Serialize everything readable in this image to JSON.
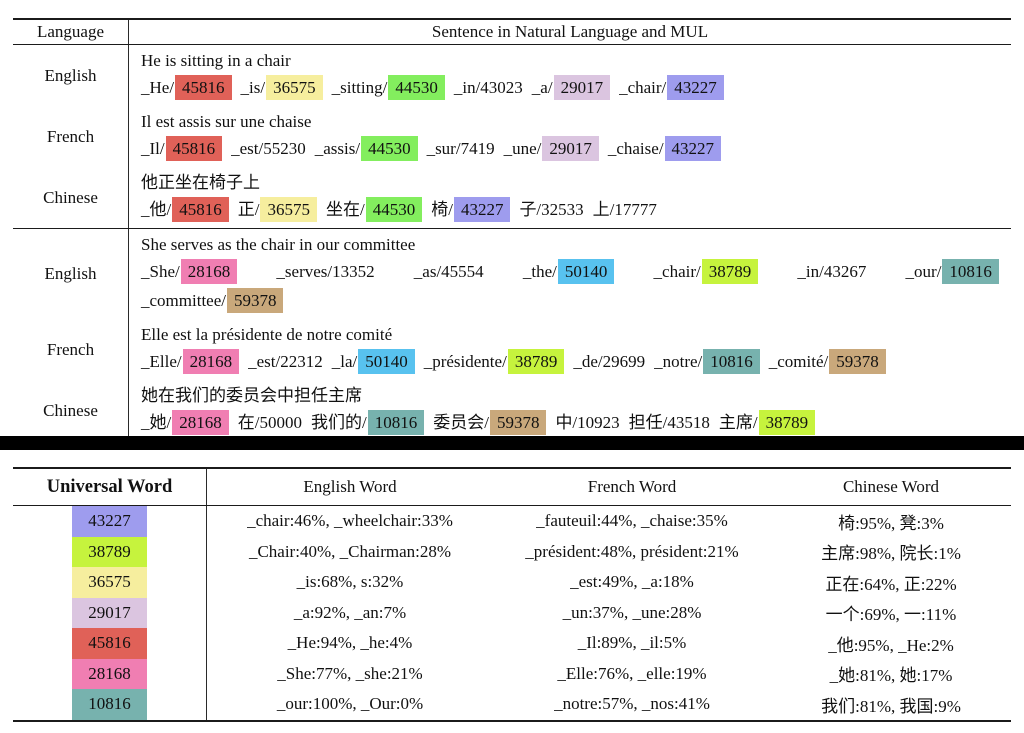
{
  "colors": {
    "45816": "#e06158",
    "36575": "#f6ee9e",
    "44530": "#83ee5e",
    "29017": "#dbc5e0",
    "43227": "#9e9cee",
    "28168": "#f07eb2",
    "50140": "#58c2ef",
    "38789": "#c6f33d",
    "10816": "#77b2ae",
    "59378": "#c9a87b"
  },
  "sentence_table": {
    "headers": {
      "language": "Language",
      "sentence": "Sentence in Natural Language and MUL"
    },
    "groups": [
      {
        "rows": [
          {
            "language": "English",
            "sentence": "He is sitting in a chair",
            "wide": false,
            "token_lines": [
              [
                {
                  "t": "_He/",
                  "id": "45816"
                },
                {
                  "t": "_is/",
                  "id": "36575"
                },
                {
                  "t": "_sitting/",
                  "id": "44530"
                },
                {
                  "t": "_in/43023"
                },
                {
                  "t": "_a/",
                  "id": "29017"
                },
                {
                  "t": "_chair/",
                  "id": "43227"
                }
              ]
            ]
          },
          {
            "language": "French",
            "sentence": "Il est assis sur une chaise",
            "wide": false,
            "token_lines": [
              [
                {
                  "t": "_Il/",
                  "id": "45816"
                },
                {
                  "t": "_est/55230"
                },
                {
                  "t": "_assis/",
                  "id": "44530"
                },
                {
                  "t": "_sur/7419"
                },
                {
                  "t": "_une/",
                  "id": "29017"
                },
                {
                  "t": "_chaise/",
                  "id": "43227"
                }
              ]
            ]
          },
          {
            "language": "Chinese",
            "sentence": "他正坐在椅子上",
            "wide": false,
            "token_lines": [
              [
                {
                  "t": "_他/",
                  "id": "45816"
                },
                {
                  "t": "正/",
                  "id": "36575"
                },
                {
                  "t": "坐在/",
                  "id": "44530"
                },
                {
                  "t": "椅/",
                  "id": "43227"
                },
                {
                  "t": "子/32533"
                },
                {
                  "t": "上/17777"
                }
              ]
            ]
          }
        ]
      },
      {
        "rows": [
          {
            "language": "English",
            "sentence": "She serves as the chair in our committee",
            "wide": true,
            "token_lines": [
              [
                {
                  "t": "_She/",
                  "id": "28168"
                },
                {
                  "t": "_serves/13352"
                },
                {
                  "t": "_as/45554"
                },
                {
                  "t": "_the/",
                  "id": "50140"
                },
                {
                  "t": "_chair/",
                  "id": "38789"
                },
                {
                  "t": "_in/43267"
                },
                {
                  "t": "_our/",
                  "id": "10816"
                }
              ],
              [
                {
                  "t": "_committee/",
                  "id": "59378"
                }
              ]
            ]
          },
          {
            "language": "French",
            "sentence": "Elle est la présidente de notre comité",
            "wide": false,
            "token_lines": [
              [
                {
                  "t": "_Elle/",
                  "id": "28168"
                },
                {
                  "t": "_est/22312"
                },
                {
                  "t": "_la/",
                  "id": "50140"
                },
                {
                  "t": "_présidente/",
                  "id": "38789"
                },
                {
                  "t": "_de/29699"
                },
                {
                  "t": "_notre/",
                  "id": "10816"
                },
                {
                  "t": "_comité/",
                  "id": "59378"
                }
              ]
            ]
          },
          {
            "language": "Chinese",
            "sentence": "她在我们的委员会中担任主席",
            "wide": false,
            "token_lines": [
              [
                {
                  "t": "_她/",
                  "id": "28168"
                },
                {
                  "t": "在/50000"
                },
                {
                  "t": "我们的/",
                  "id": "10816"
                },
                {
                  "t": "委员会/",
                  "id": "59378"
                },
                {
                  "t": "中/10923"
                },
                {
                  "t": "担任/43518"
                },
                {
                  "t": "主席/",
                  "id": "38789"
                }
              ]
            ]
          }
        ]
      }
    ]
  },
  "word_table": {
    "headers": {
      "universal": "Universal Word",
      "english": "English Word",
      "french": "French Word",
      "chinese": "Chinese Word"
    },
    "rows": [
      {
        "id": "43227",
        "english": "_chair:46%, _wheelchair:33%",
        "french": "_fauteuil:44%, _chaise:35%",
        "chinese": "椅:95%, 凳:3%"
      },
      {
        "id": "38789",
        "english": "_Chair:40%, _Chairman:28%",
        "french": "_président:48%, président:21%",
        "chinese": "主席:98%, 院长:1%"
      },
      {
        "id": "36575",
        "english": "_is:68%, s:32%",
        "french": "_est:49%, _a:18%",
        "chinese": "正在:64%, 正:22%"
      },
      {
        "id": "29017",
        "english": "_a:92%, _an:7%",
        "french": "_un:37%, _une:28%",
        "chinese": "一个:69%, 一:11%"
      },
      {
        "id": "45816",
        "english": "_He:94%, _he:4%",
        "french": "_Il:89%, _il:5%",
        "chinese": "_他:95%, _He:2%"
      },
      {
        "id": "28168",
        "english": "_She:77%, _she:21%",
        "french": "_Elle:76%, _elle:19%",
        "chinese": "_她:81%, 她:17%"
      },
      {
        "id": "10816",
        "english": "_our:100%, _Our:0%",
        "french": "_notre:57%, _nos:41%",
        "chinese": "我们:81%, 我国:9%"
      }
    ]
  }
}
